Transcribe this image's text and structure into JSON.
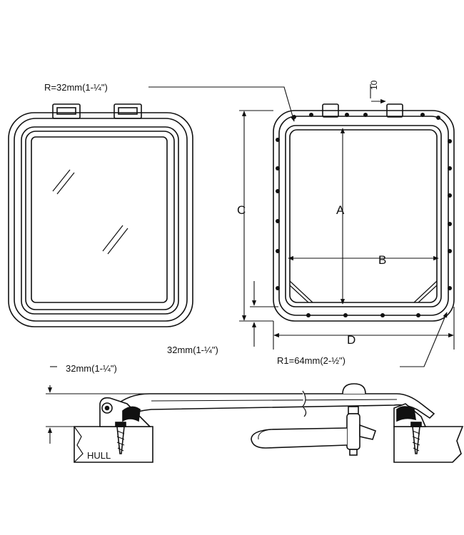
{
  "labels": {
    "corner_radius": "R=32mm(1-¼\")",
    "hinge_offset": "10",
    "dim_a": "A",
    "dim_b": "B",
    "dim_c": "C",
    "dim_d": "D",
    "bottom_offset": "32mm(1-¼\")",
    "outer_radius": "R1=64mm(2-½\")",
    "section_height": "32mm(1-¼\")",
    "hull": "HULL"
  },
  "colors": {
    "ink": "#111111",
    "paper": "#ffffff"
  }
}
